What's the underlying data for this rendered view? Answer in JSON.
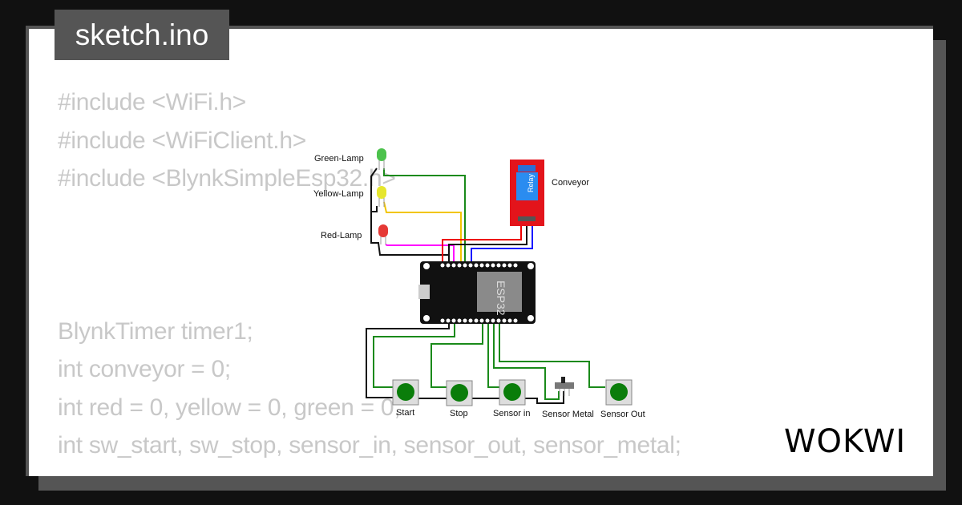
{
  "file_tab": {
    "title": "sketch.ino"
  },
  "code_lines": [
    "#include <WiFi.h>",
    "#include <WiFiClient.h>",
    "#include <BlynkSimpleEsp32.h>",
    "",
    "",
    "",
    "BlynkTimer timer1;",
    "int conveyor = 0;",
    "int red = 0, yellow = 0, green = 0;",
    "int sw_start, sw_stop, sensor_in, sensor_out, sensor_metal;"
  ],
  "diagram": {
    "leds": [
      {
        "label": "Green-Lamp",
        "color": "#4cc24c"
      },
      {
        "label": "Yellow-Lamp",
        "color": "#e6e62e"
      },
      {
        "label": "Red-Lamp",
        "color": "#e53935"
      }
    ],
    "relay": {
      "label": "Conveyor",
      "module_text": "Relay"
    },
    "board": {
      "chip_label": "ESP32"
    },
    "buttons": [
      {
        "label": "Start"
      },
      {
        "label": "Stop"
      },
      {
        "label": "Sensor in"
      },
      {
        "label": "Sensor Out"
      }
    ],
    "switch": {
      "label": "Sensor Metal"
    }
  },
  "brand": {
    "logo": "WOKWI"
  }
}
